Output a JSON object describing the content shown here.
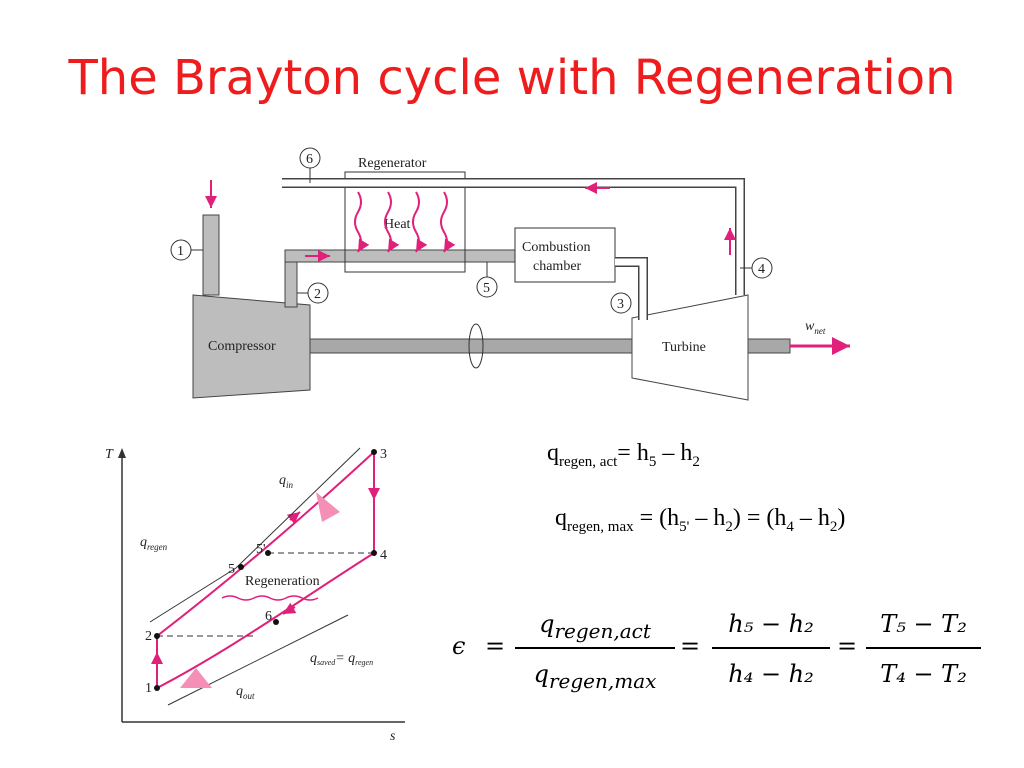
{
  "title": "The Brayton cycle with Regeneration",
  "colors": {
    "title": "#ee1c1c",
    "arrow": "#e0207a",
    "equipment": "#bdbdbd"
  },
  "schematic": {
    "regenerator": "Regenerator",
    "heat": "Heat",
    "combustion_line1": "Combustion",
    "combustion_line2": "chamber",
    "compressor": "Compressor",
    "turbine": "Turbine",
    "w_net": "w",
    "w_net_sub": "net",
    "states": [
      "1",
      "2",
      "3",
      "4",
      "5",
      "6"
    ]
  },
  "ts_diagram": {
    "axis_t": "T",
    "axis_s": "s",
    "points": [
      "1",
      "2",
      "3",
      "4",
      "5",
      "5'",
      "6"
    ],
    "q_in": "q",
    "q_in_sub": "in",
    "q_out": "q",
    "q_out_sub": "out",
    "q_regen": "q",
    "q_regen_sub": "regen",
    "regeneration": "Regeneration",
    "q_saved_left": "q",
    "q_saved_sub": "saved",
    "q_saved_eq": "= q",
    "q_saved_eq_sub": "regen"
  },
  "equations": {
    "eq1": {
      "lhs": "q",
      "lhs_sub": "regen, act",
      "rhs": "= h",
      "rhs_sub1": "5",
      "rhs2": " – h",
      "rhs_sub2": "2"
    },
    "eq2": {
      "lhs": "q",
      "lhs_sub": "regen, max",
      "p1": "= (h",
      "s1": "5'",
      "p2": " – h",
      "s2": "2",
      "p3": ") = (h",
      "s3": "4",
      "p4": " – h",
      "s4": "2",
      "p5": ")"
    },
    "eff": {
      "symbol": "ϵ",
      "eq": "=",
      "n1": "q",
      "n1_sub": "regen,act",
      "d1": "q",
      "d1_sub": "regen,max",
      "n2": "h₅ − h₂",
      "d2": "h₄ − h₂",
      "n3": "T₅ − T₂",
      "d3": "T₄ − T₂"
    }
  }
}
